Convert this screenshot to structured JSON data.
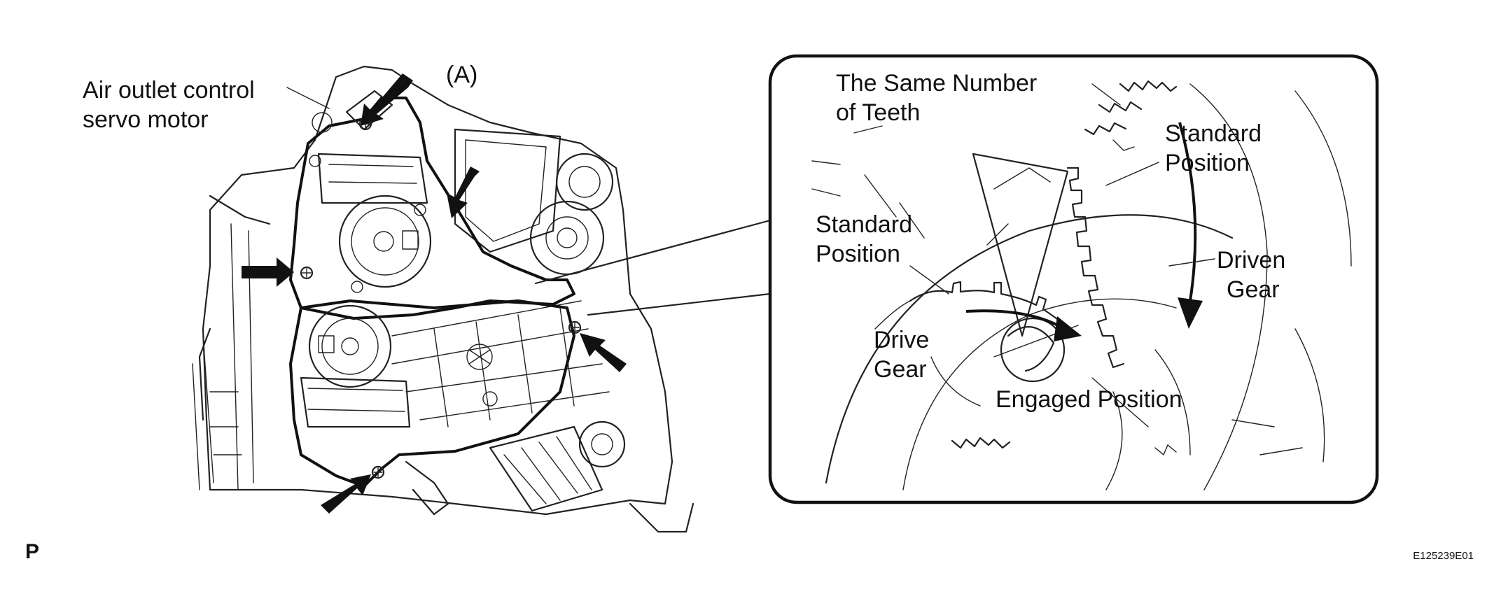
{
  "labels": {
    "motor": [
      "Air outlet control",
      "servo motor"
    ],
    "view_a": "(A)",
    "same_teeth": [
      "The Same Number",
      "of Teeth"
    ],
    "std_pos_right": [
      "Standard",
      "Position"
    ],
    "std_pos_left": [
      "Standard",
      "Position"
    ],
    "driven_gear": [
      "Driven",
      "Gear"
    ],
    "drive_gear": [
      "Drive",
      "Gear"
    ],
    "engaged": "Engaged Position",
    "corner_p": "P",
    "figure_code": "E125239E01"
  }
}
